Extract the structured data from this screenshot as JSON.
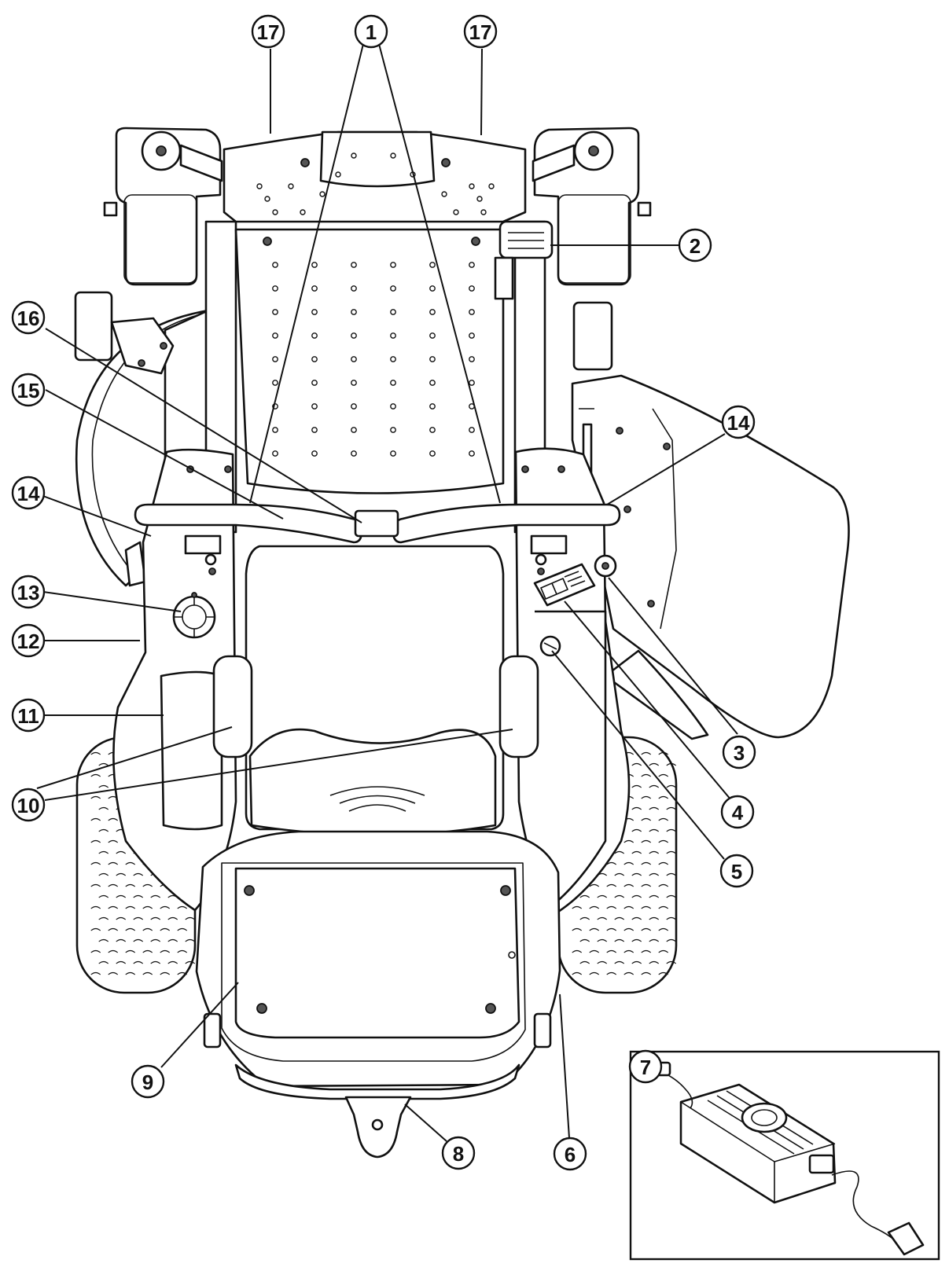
{
  "colors": {
    "line": "#111111",
    "background": "#ffffff"
  },
  "callouts": [
    {
      "id": "1",
      "label": "1"
    },
    {
      "id": "2",
      "label": "2"
    },
    {
      "id": "3",
      "label": "3"
    },
    {
      "id": "4",
      "label": "4"
    },
    {
      "id": "5",
      "label": "5"
    },
    {
      "id": "6",
      "label": "6"
    },
    {
      "id": "7",
      "label": "7"
    },
    {
      "id": "8",
      "label": "8"
    },
    {
      "id": "9",
      "label": "9"
    },
    {
      "id": "10",
      "label": "10"
    },
    {
      "id": "11",
      "label": "11"
    },
    {
      "id": "12",
      "label": "12"
    },
    {
      "id": "13",
      "label": "13"
    },
    {
      "id": "14a",
      "label": "14"
    },
    {
      "id": "14b",
      "label": "14"
    },
    {
      "id": "15",
      "label": "15"
    },
    {
      "id": "16",
      "label": "16"
    },
    {
      "id": "17a",
      "label": "17"
    },
    {
      "id": "17b",
      "label": "17"
    }
  ]
}
